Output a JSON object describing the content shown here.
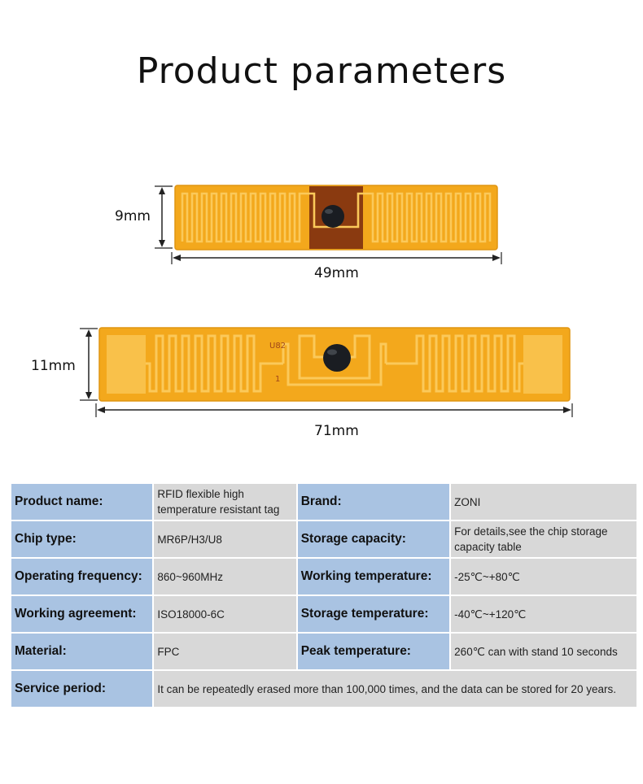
{
  "title": "Product parameters",
  "dimensions": {
    "small_tag": {
      "height": "9mm",
      "width": "49mm"
    },
    "large_tag": {
      "height": "11mm",
      "width": "71mm",
      "chip_marking": "U82",
      "marker": "1"
    }
  },
  "colors": {
    "tag_fill": "#f3a81c",
    "tag_trace": "#fbc95a",
    "tag_edge": "#e09512",
    "tag_window": "#8a3a10",
    "chip": "#1a1d22",
    "key_cell": "#a9c3e2",
    "value_cell": "#d8d8d8"
  },
  "specs": [
    [
      {
        "label": "Product name:",
        "value": "RFID flexible high temperature resistant tag"
      },
      {
        "label": "Brand:",
        "value": "ZONI"
      }
    ],
    [
      {
        "label": "Chip type:",
        "value": "MR6P/H3/U8"
      },
      {
        "label": "Storage capacity:",
        "value": "For details,see the chip storage capacity table"
      }
    ],
    [
      {
        "label": "Operating frequency:",
        "value": "860~960MHz"
      },
      {
        "label": "Working temperature:",
        "value": "-25℃~+80℃"
      }
    ],
    [
      {
        "label": "Working agreement:",
        "value": "ISO18000-6C"
      },
      {
        "label": "Storage temperature:",
        "value": "-40℃~+120℃"
      }
    ],
    [
      {
        "label": "Material:",
        "value": "FPC"
      },
      {
        "label": "Peak temperature:",
        "value": "260℃ can with stand 10 seconds"
      }
    ]
  ],
  "service": {
    "label": "Service period:",
    "value": "It can be repeatedly erased more than 100,000 times, and the data can be stored for 20 years."
  }
}
